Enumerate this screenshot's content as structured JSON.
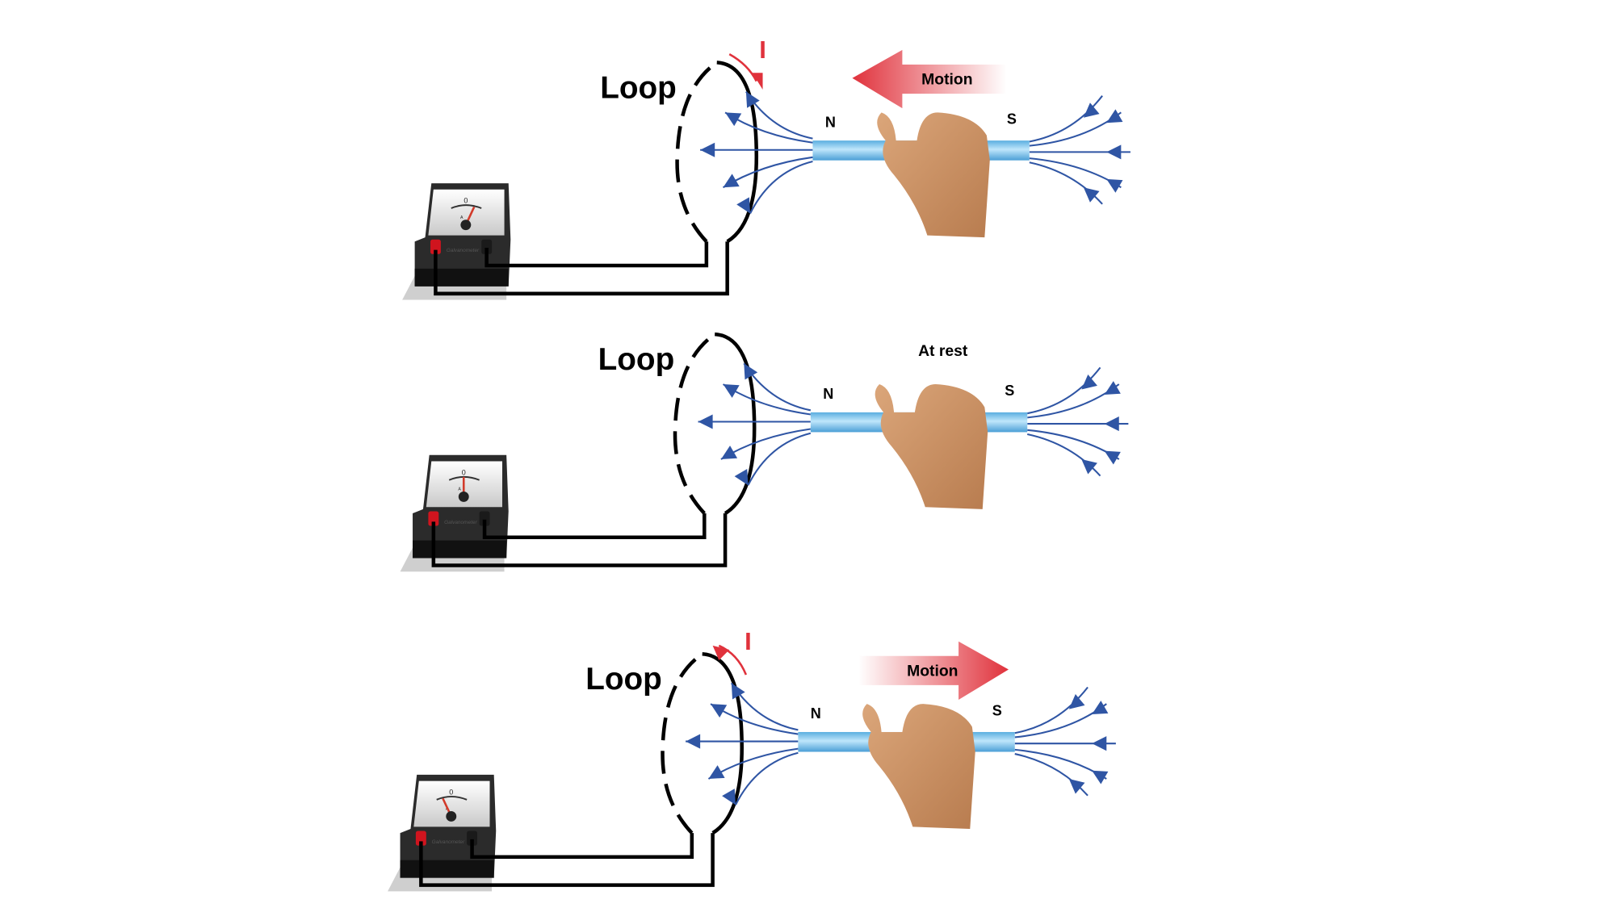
{
  "colors": {
    "field_line": "#2f55a4",
    "current": "#e0323c",
    "magnet": "#6ab8e6",
    "hand": "#d29a6e",
    "wire": "#000000"
  },
  "galvanometer": {
    "label": "Galvanometer",
    "zero": "0",
    "unit": "A"
  },
  "panels": [
    {
      "loop_label": "Loop",
      "current_label": "I",
      "motion_label": "Motion",
      "motion_direction": "left",
      "north_label": "N",
      "south_label": "S",
      "needle": "right"
    },
    {
      "loop_label": "Loop",
      "state_label": "At rest",
      "north_label": "N",
      "south_label": "S",
      "needle": "center"
    },
    {
      "loop_label": "Loop",
      "current_label": "I",
      "motion_label": "Motion",
      "motion_direction": "right",
      "north_label": "N",
      "south_label": "S",
      "needle": "left"
    }
  ]
}
